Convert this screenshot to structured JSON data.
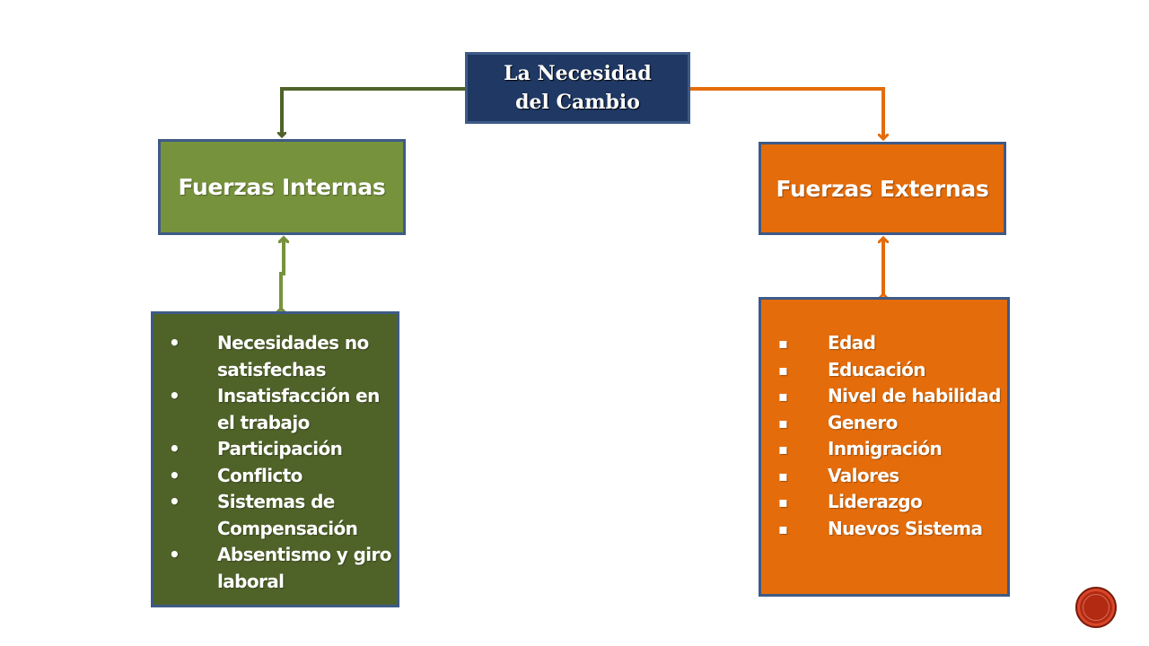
{
  "diagram": {
    "top": {
      "label": "La Necesidad\ndel Cambio"
    },
    "left": {
      "title": "Fuerzas Internas",
      "items": [
        "Necesidades no satisfechas",
        "Insatisfacción en el trabajo",
        "Participación",
        "Conflicto",
        "Sistemas de Compensación",
        " Absentismo y giro laboral"
      ]
    },
    "right": {
      "title": "Fuerzas Externas",
      "items": [
        "Edad",
        "Educación",
        "Nivel de habilidad",
        "Genero",
        "Inmigración",
        "Valores",
        "Liderazgo",
        " Nuevos Sistema"
      ]
    }
  },
  "colors": {
    "top_box": "#1f3864",
    "left_title": "#77923c",
    "left_list": "#4f6228",
    "left_arrow": "#4f6228",
    "left_connector": "#77923c",
    "right_box": "#e46c0a",
    "border": "#3e5a87",
    "nav_button": "#b22a12"
  },
  "icons": {
    "nav_button": "red-circle-nav-icon"
  }
}
